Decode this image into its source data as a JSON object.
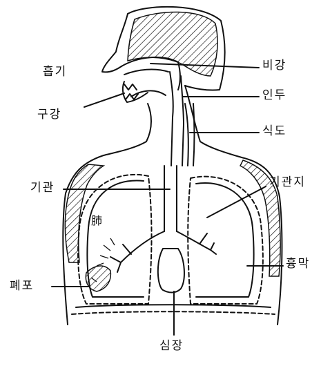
{
  "labels": {
    "nostril": "흡기",
    "nasal_cavity": "비강",
    "oral_cavity": "구강",
    "pharynx": "인두",
    "esophagus": "식도",
    "trachea": "기관",
    "bronchi": "기관지",
    "diaphragm": "흉막",
    "lung": "폐포",
    "heart": "심장",
    "lung_hanja": "肺"
  },
  "colors": {
    "ink": "#111111",
    "paper": "#ffffff"
  }
}
